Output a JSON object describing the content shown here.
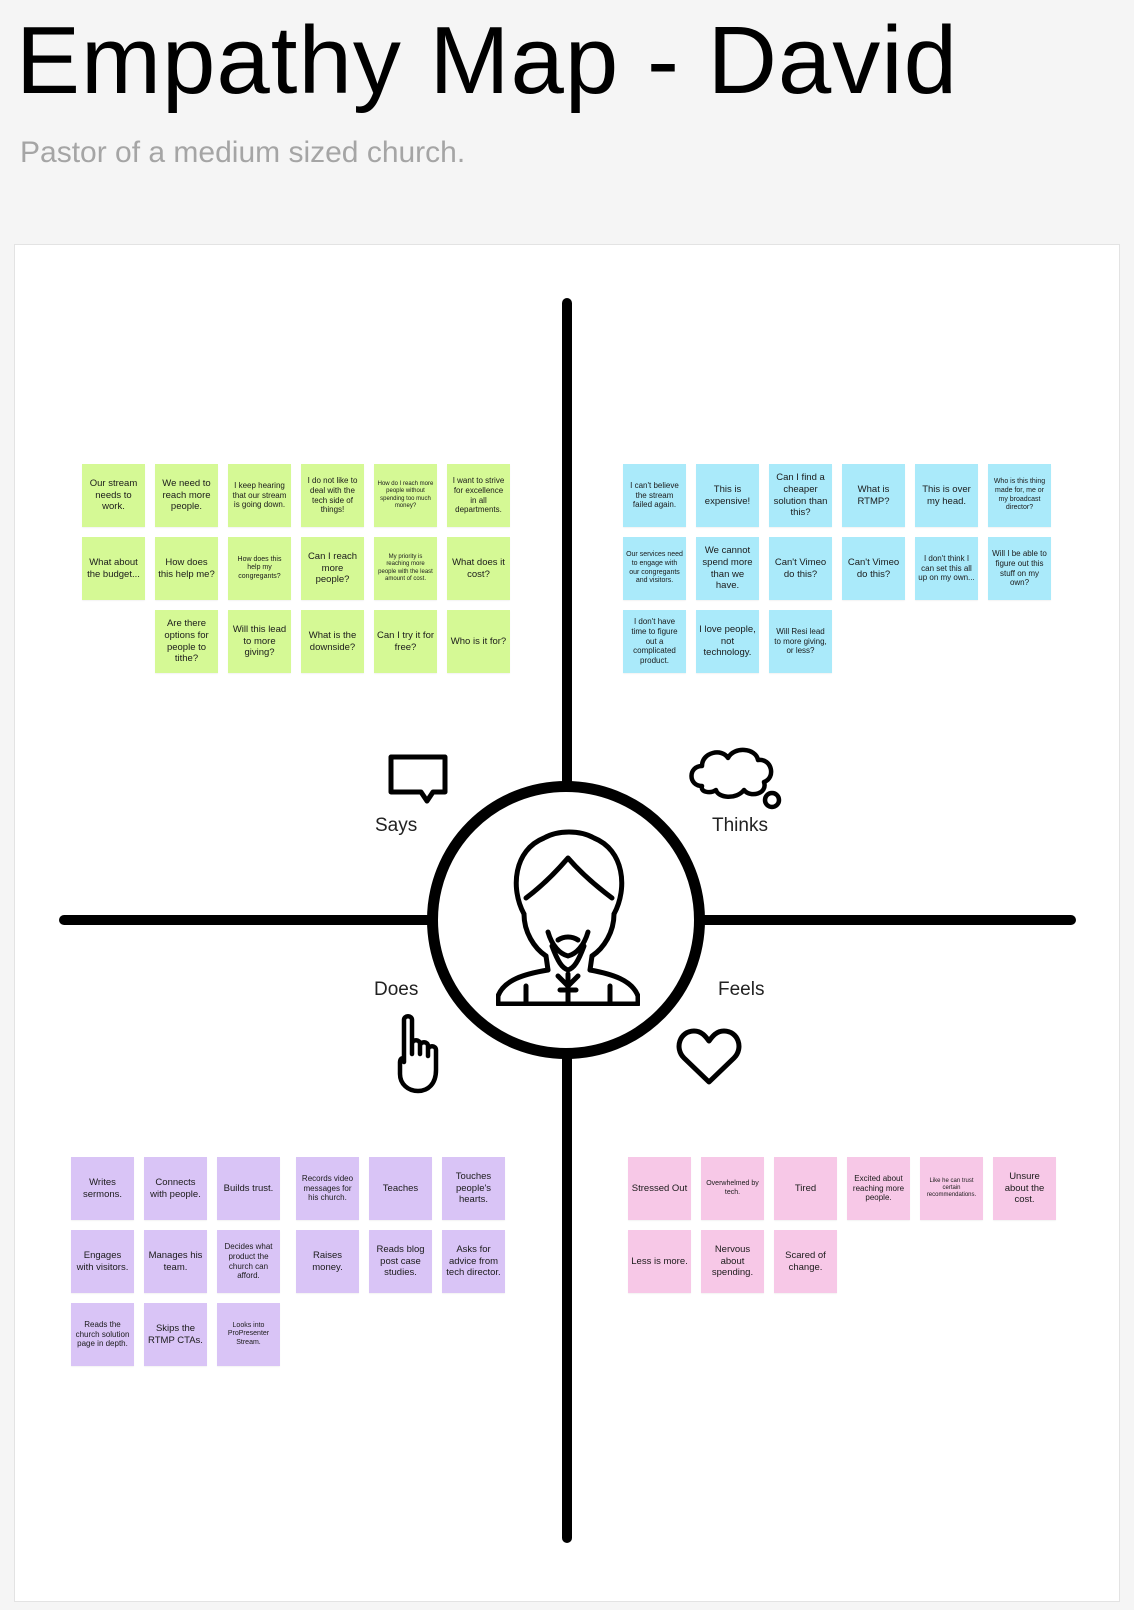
{
  "title": "Empathy Map - David",
  "subtitle": "Pastor of a medium sized church.",
  "quadrant_labels": {
    "says": "Says",
    "thinks": "Thinks",
    "does": "Does",
    "feels": "Feels"
  },
  "colors": {
    "says": "#d5f995",
    "thinks": "#aaeafa",
    "does": "#d9c4f6",
    "feels": "#f7c8e7"
  },
  "icons": {
    "center": "pastor-avatar-icon",
    "says": "speech-bubble-icon",
    "thinks": "thought-cloud-icon",
    "does": "pointing-hand-icon",
    "feels": "heart-icon"
  },
  "says": [
    "Our stream needs to work.",
    "We need to reach more people.",
    "I keep hearing that our stream is going down.",
    "I do not like to deal with the tech side of things!",
    "How do I reach more people without spending too much money?",
    "I want to strive for excellence in all departments.",
    "What about the budget...",
    "How does this help me?",
    "How does this help my congregants?",
    "Can I reach more people?",
    "My priority is reaching more people with the least amount of cost.",
    "What does it cost?",
    "Are there options for people to tithe?",
    "Will this lead to more giving?",
    "What is the downside?",
    "Can I try it for free?",
    "Who is it for?"
  ],
  "thinks": [
    "I can't believe the stream failed again.",
    "This is expensive!",
    "Can I find a cheaper solution than this?",
    "What is RTMP?",
    "This is over my head.",
    "Who is this thing made for, me or my broadcast director?",
    "Our services need to engage with our congregants and visitors.",
    "We cannot spend more than we have.",
    "Can't Vimeo do this?",
    "Can't Vimeo do this?",
    "I don't think I can set this all up on my own...",
    "Will I be able to figure out this stuff on my own?",
    "I don't have time to figure out a complicated product.",
    "I love people, not technology.",
    "Will Resi lead to more giving, or less?"
  ],
  "does": [
    "Writes sermons.",
    "Connects with people.",
    "Builds trust.",
    "Records video messages for his church.",
    "Teaches",
    "Touches people's hearts.",
    "Engages with visitors.",
    "Manages his team.",
    "Decides what product the church can afford.",
    "Raises money.",
    "Reads blog post case studies.",
    "Asks for advice from tech director.",
    "Reads the church solution page in depth.",
    "Skips the RTMP CTAs.",
    "Looks into ProPresenter Stream."
  ],
  "feels": [
    "Stressed Out",
    "Overwhelmed by tech.",
    "Tired",
    "Excited about reaching more people.",
    "Like he can trust certain recommendations.",
    "Unsure about the cost.",
    "Less is more.",
    "Nervous about spending.",
    "Scared of change."
  ]
}
